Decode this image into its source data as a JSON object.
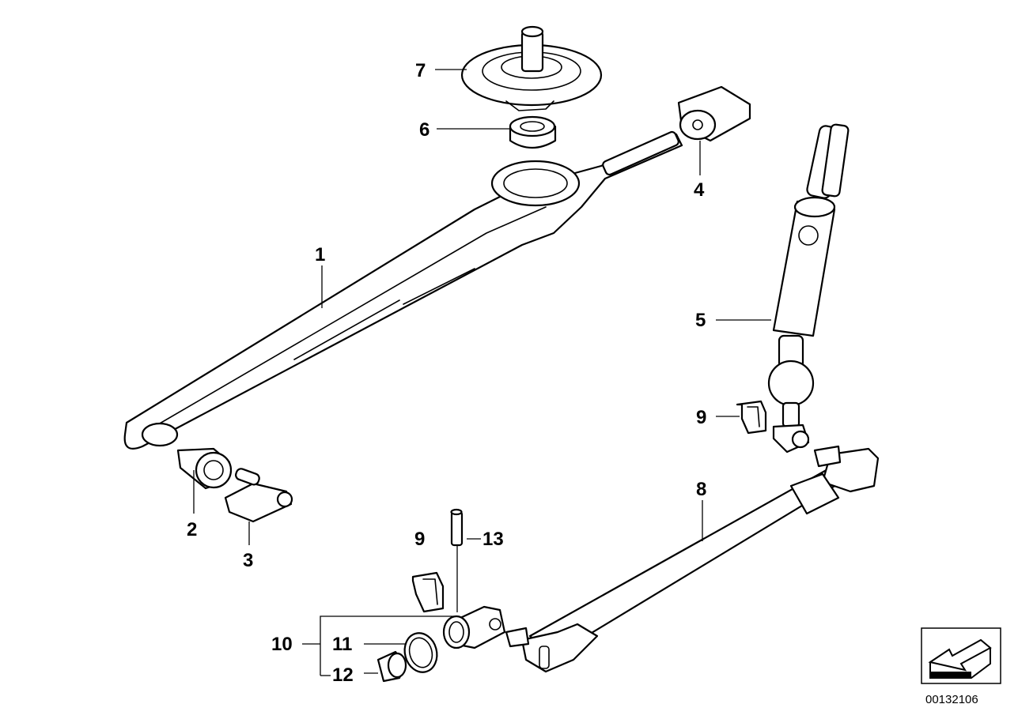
{
  "diagram": {
    "callouts": [
      {
        "id": "1",
        "label": "1"
      },
      {
        "id": "2",
        "label": "2"
      },
      {
        "id": "3",
        "label": "3"
      },
      {
        "id": "4",
        "label": "4"
      },
      {
        "id": "5",
        "label": "5"
      },
      {
        "id": "6",
        "label": "6"
      },
      {
        "id": "7",
        "label": "7"
      },
      {
        "id": "8",
        "label": "8"
      },
      {
        "id": "9a",
        "label": "9"
      },
      {
        "id": "9b",
        "label": "9"
      },
      {
        "id": "10",
        "label": "10"
      },
      {
        "id": "11",
        "label": "11"
      },
      {
        "id": "12",
        "label": "12"
      },
      {
        "id": "13",
        "label": "13"
      }
    ],
    "reference_number": "00132106"
  }
}
